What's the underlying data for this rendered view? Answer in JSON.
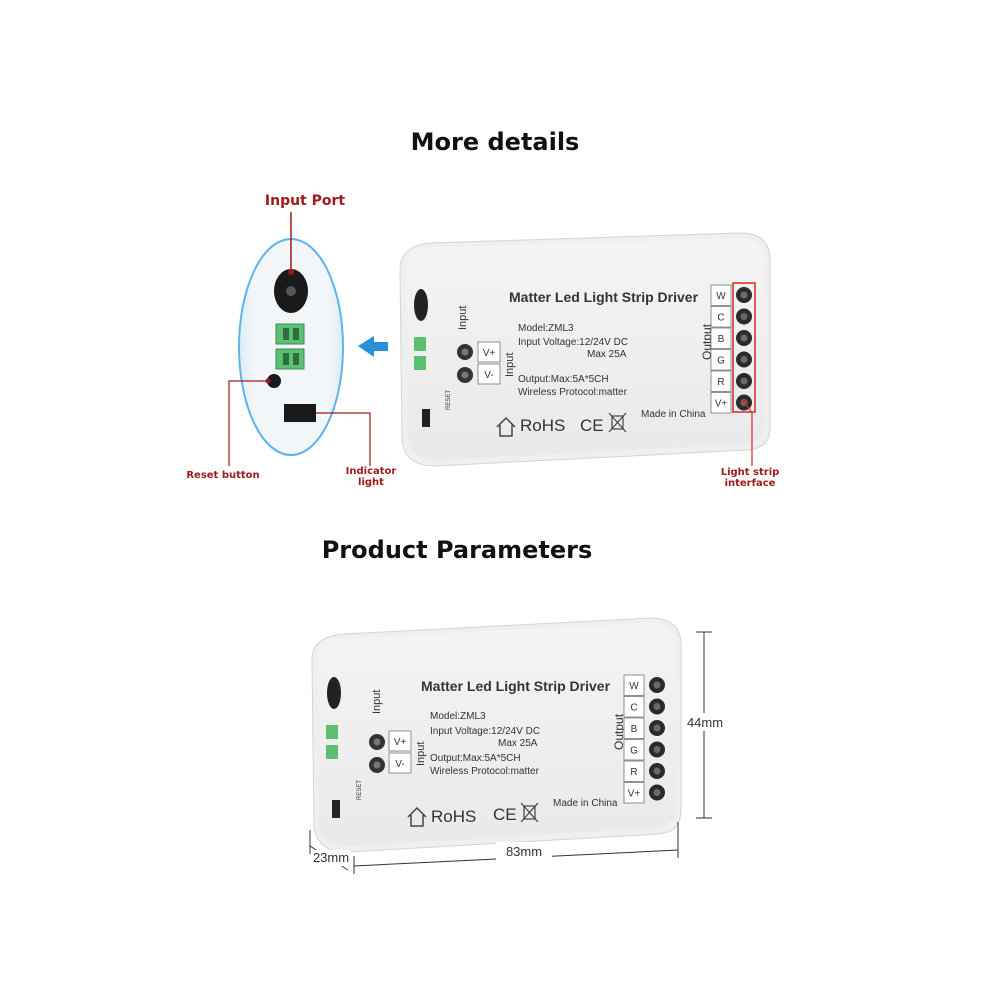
{
  "sections": {
    "details_title": "More details",
    "params_title": "Product Parameters"
  },
  "callouts": {
    "input_port": "Input Port",
    "reset_button": "Reset button",
    "indicator_light_line1": "Indicator",
    "indicator_light_line2": "light",
    "light_strip_line1": "Light strip",
    "light_strip_line2": "interface"
  },
  "device": {
    "title": "Matter Led Light Strip Driver",
    "model": "Model:ZML3",
    "input_voltage": "Input Voltage:12/24V DC",
    "max_current": "Max 25A",
    "output": "Output:Max:5A*5CH",
    "protocol": "Wireless Protocol:matter",
    "rohs": "RoHS",
    "ce": "CE",
    "made_in": "Made in China",
    "input_label": "Input",
    "output_label": "Output",
    "reset_label": "RESET",
    "input_terminals": [
      "V+",
      "V-"
    ],
    "output_terminals": [
      "W",
      "C",
      "B",
      "G",
      "R",
      "V+"
    ]
  },
  "dimensions": {
    "height": "44mm",
    "length": "83mm",
    "depth": "23mm"
  },
  "colors": {
    "callout_red": "#a11a1a",
    "arrow_blue": "#2a8fd6",
    "highlight_red": "#d42a2a"
  }
}
